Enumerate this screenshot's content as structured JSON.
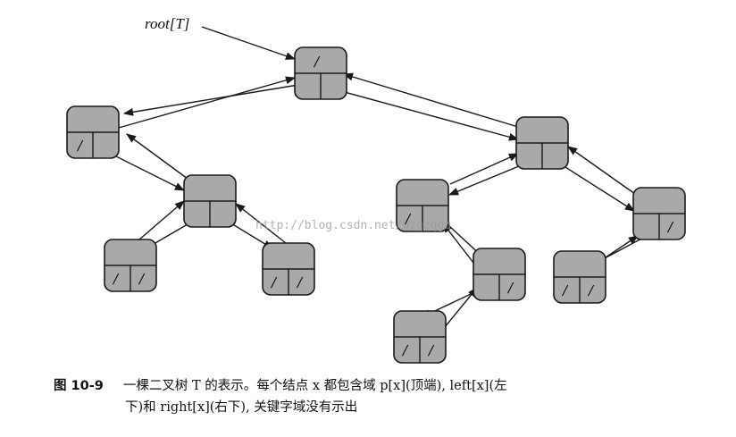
{
  "diagram": {
    "root_label": "root[T]",
    "watermark": "http://blog.csdn.net/wzqzqgq",
    "nil_mark": "/"
  },
  "caption": {
    "figure_number": "图 10-9",
    "line1": "一棵二叉树 T 的表示。每个结点 x 都包含域 p[x](顶端), left[x](左",
    "line2": "下)和 right[x](右下), 关键字域没有示出"
  },
  "colors": {
    "node_fill": "#a9a9a9",
    "stroke": "#1a1a1a"
  }
}
